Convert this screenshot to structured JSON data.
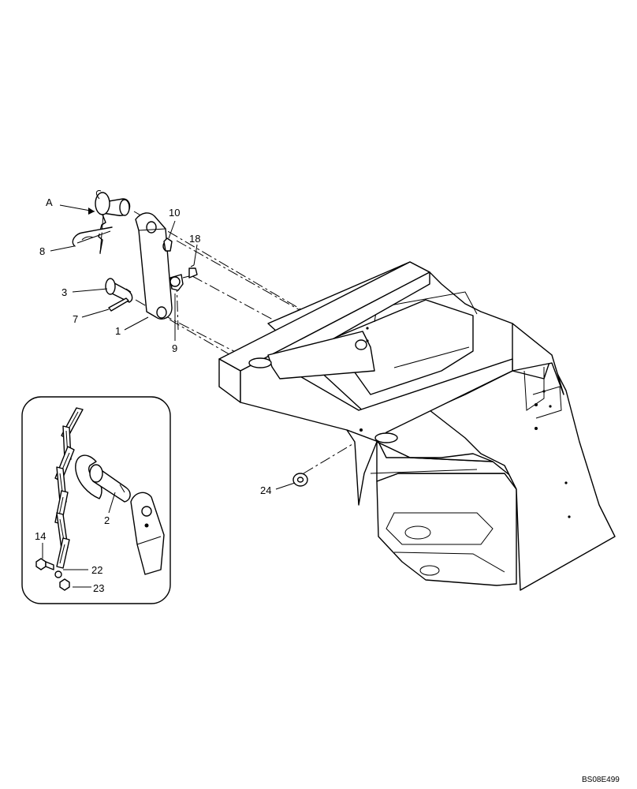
{
  "figure_code": "BS08E499",
  "detail_letter": "A",
  "callouts": {
    "c1": "1",
    "c2": "2",
    "c3": "3",
    "c7": "7",
    "c8": "8",
    "c9": "9",
    "c10": "10",
    "c14": "14",
    "c18": "18",
    "c22": "22",
    "c23": "23",
    "c24": "24"
  }
}
